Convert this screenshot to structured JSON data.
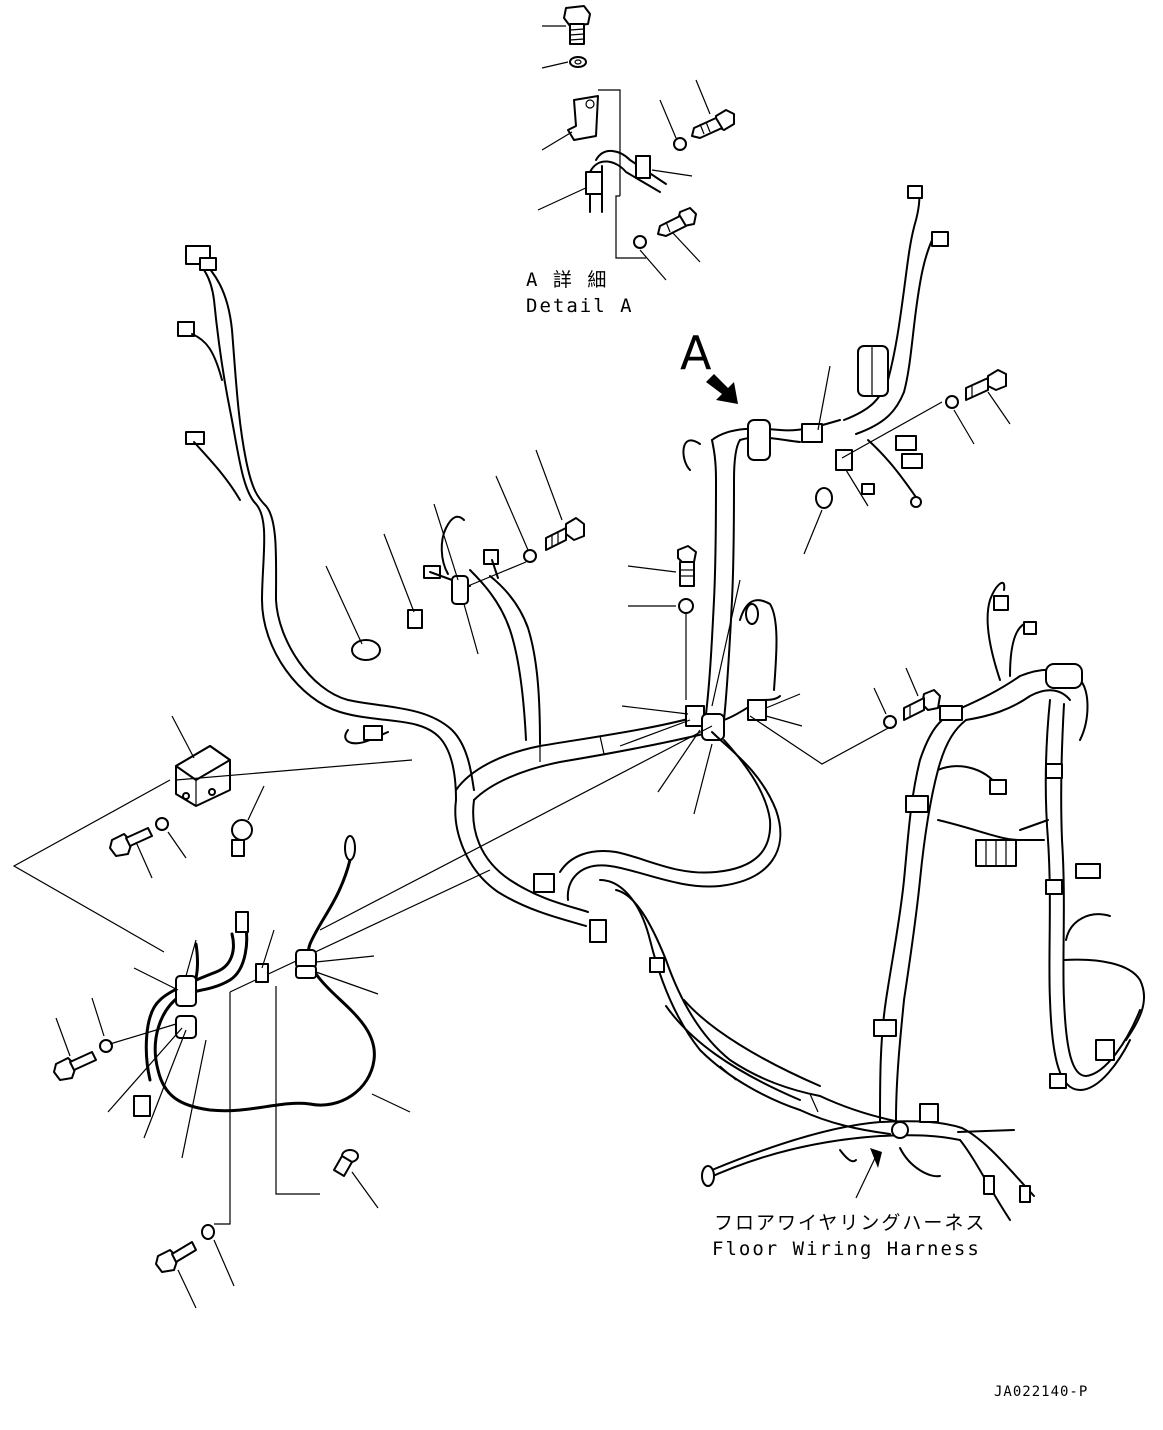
{
  "diagram": {
    "detail_label": {
      "jp": "A 詳 細",
      "en": "Detail A"
    },
    "view_marker": "A",
    "harness_label": {
      "jp": "フロアワイヤリングハーネス",
      "en": "Floor Wiring Harness"
    },
    "drawing_code": "JA022140-P"
  }
}
